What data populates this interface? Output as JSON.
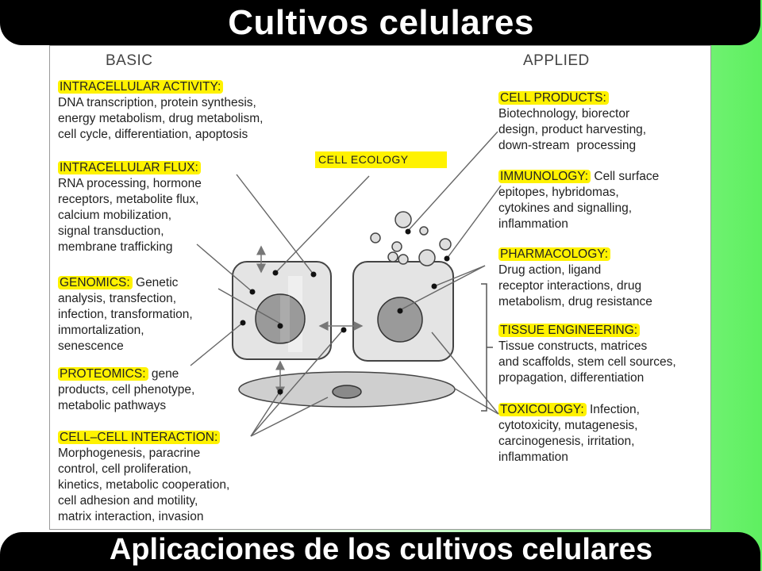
{
  "title": "Cultivos celulares",
  "subtitle": "Aplicaciones de los cultivos celulares",
  "headings": {
    "basic": "BASIC",
    "applied": "APPLIED"
  },
  "cell_ecology": "CELL ECOLOGY",
  "basic": [
    {
      "label": "INTRACELLULAR ACTIVITY:",
      "inline": "",
      "lines": "DNA transcription, protein synthesis,\nenergy metabolism, drug metabolism,\ncell cycle, differentiation, apoptosis"
    },
    {
      "label": "INTRACELLULAR FLUX:",
      "inline": "",
      "lines": "RNA processing, hormone\nreceptors, metabolite flux,\ncalcium mobilization,\nsignal transduction,\nmembrane trafficking"
    },
    {
      "label": "GENOMICS:",
      "inline": " Genetic",
      "lines": "analysis, transfection,\ninfection, transformation,\nimmortalization,\nsenescence"
    },
    {
      "label": "PROTEOMICS:",
      "inline": " gene",
      "lines": "products, cell phenotype,\nmetabolic pathways"
    },
    {
      "label": "CELL–CELL INTERACTION:",
      "inline": "",
      "lines": "Morphogenesis, paracrine\ncontrol, cell proliferation,\nkinetics, metabolic cooperation,\ncell adhesion and motility,\nmatrix interaction, invasion"
    }
  ],
  "applied": [
    {
      "label": "CELL PRODUCTS:",
      "inline": "",
      "lines": "Biotechnology, biorector\ndesign, product harvesting,\ndown-stream  processing"
    },
    {
      "label": "IMMUNOLOGY:",
      "inline": " Cell surface",
      "lines": "epitopes, hybridomas,\ncytokines and signalling,\ninflammation"
    },
    {
      "label": "PHARMACOLOGY:",
      "inline": "",
      "lines": "Drug action, ligand\nreceptor interactions, drug\nmetabolism, drug resistance"
    },
    {
      "label": "TISSUE ENGINEERING:",
      "inline": "",
      "lines": "Tissue constructs, matrices\nand scaffolds, stem cell sources,\npropagation, differentiation"
    },
    {
      "label": "TOXICOLOGY:",
      "inline": " Infection,",
      "lines": "cytotoxicity, mutagenesis,\ncarcinogenesis, irritation,\ninflammation"
    }
  ],
  "colors": {
    "highlight": "#fff200",
    "cell_fill": "#e4e4e4",
    "nucleus_fill": "#9a9a9a",
    "matrix_fill": "#cfcfcf",
    "accent_green": "#5ef060"
  }
}
